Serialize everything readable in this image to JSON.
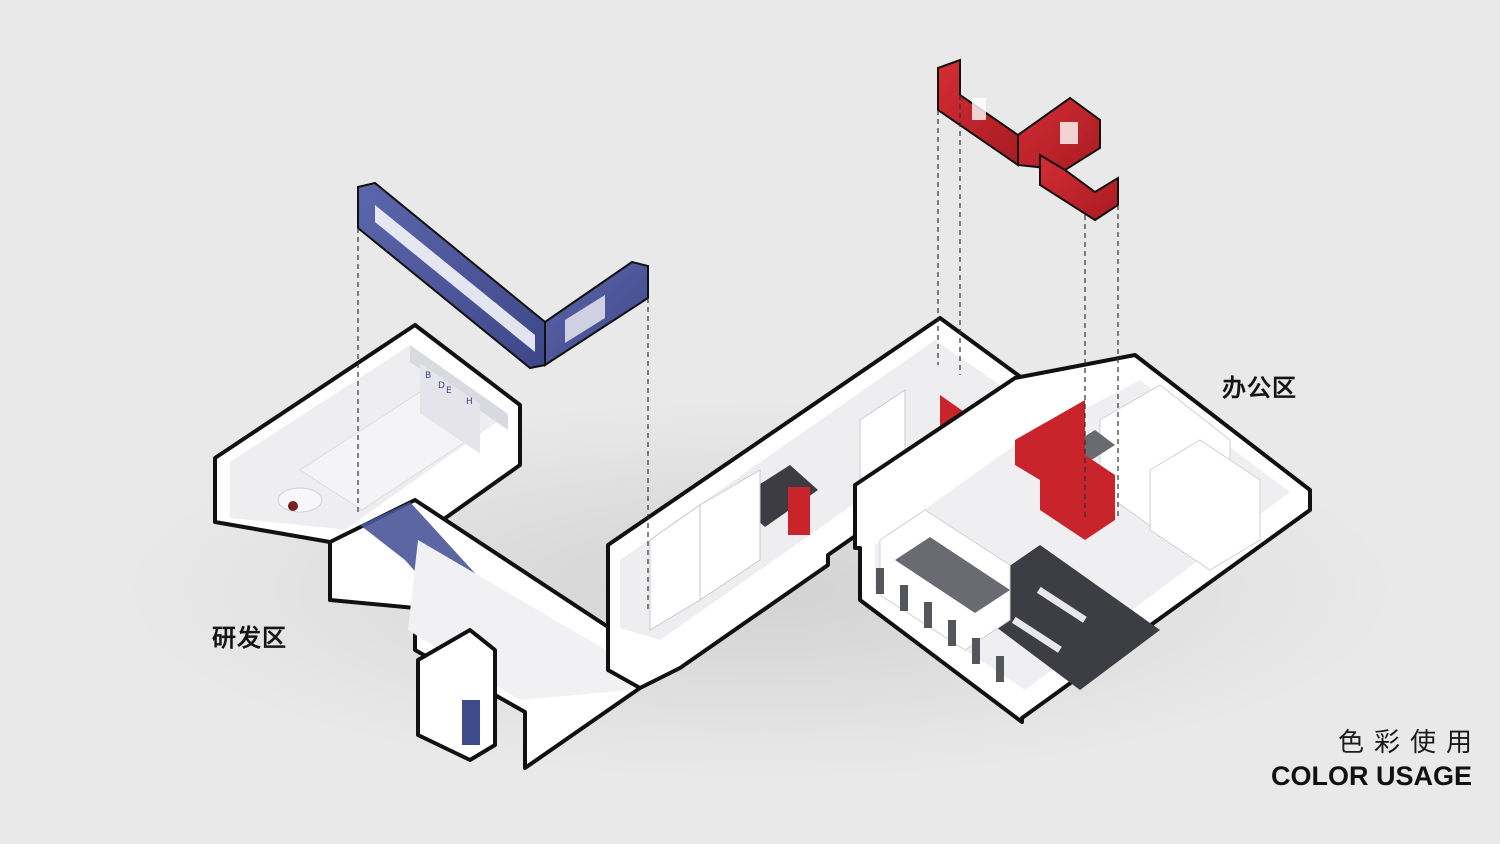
{
  "labels": {
    "rd_zone": "研发区",
    "office_zone": "办公区"
  },
  "caption": {
    "title_cn": "色彩使用",
    "title_en": "COLOR USAGE"
  },
  "wall_letters": [
    "B",
    "D",
    "E",
    "H"
  ],
  "colors": {
    "background": "#e9e9ea",
    "accent_blue": "#4a5598",
    "accent_red": "#c9242c",
    "outline": "#111111",
    "wall_white": "#ffffff",
    "wall_shade": "#d8d8de"
  }
}
